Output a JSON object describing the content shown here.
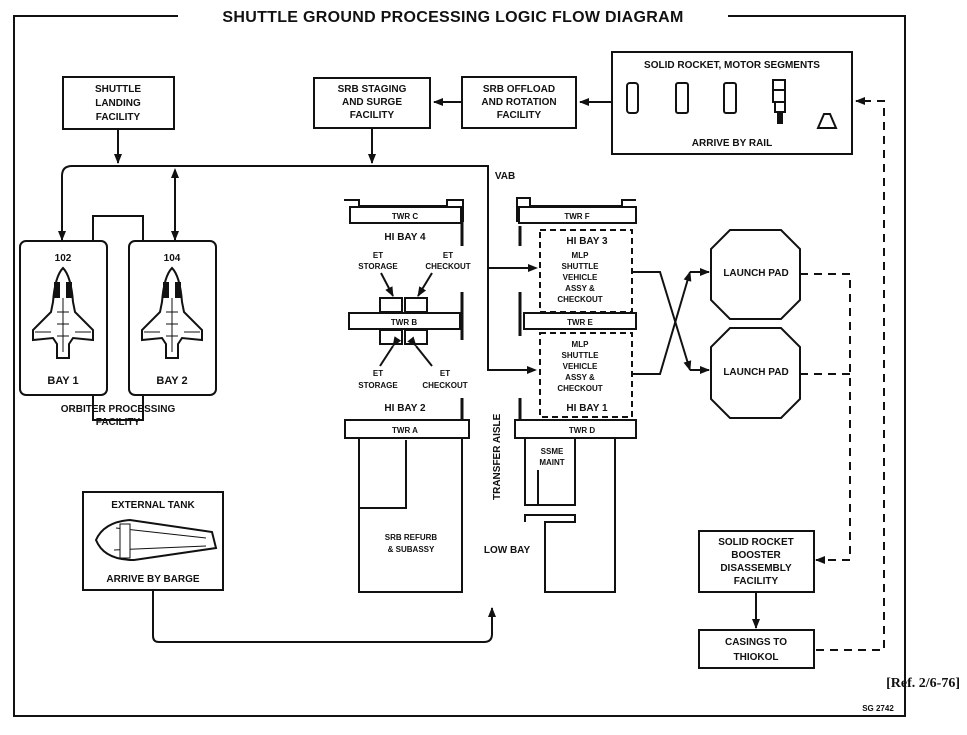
{
  "title": "SHUTTLE GROUND PROCESSING LOGIC FLOW DIAGRAM",
  "shuttle_landing": [
    "SHUTTLE",
    "LANDING",
    "FACILITY"
  ],
  "srb_staging": [
    "SRB STAGING",
    "AND SURGE",
    "FACILITY"
  ],
  "srb_offload": [
    "SRB OFFLOAD",
    "AND ROTATION",
    "FACILITY"
  ],
  "srm_segments": {
    "title": "SOLID ROCKET, MOTOR SEGMENTS",
    "caption": "ARRIVE BY RAIL"
  },
  "opf": {
    "bay1_number": "102",
    "bay1": "BAY 1",
    "bay2_number": "104",
    "bay2": "BAY 2",
    "caption": [
      "ORBITER PROCESSING",
      "FACILITY"
    ]
  },
  "vab": {
    "label": "VAB",
    "twr_c": "TWR C",
    "twr_f": "TWR F",
    "twr_b": "TWR B",
    "twr_e": "TWR E",
    "twr_a": "TWR A",
    "twr_d": "TWR D",
    "hi_bay_4": "HI BAY 4",
    "hi_bay_3": "HI BAY 3",
    "hi_bay_2": "HI BAY 2",
    "hi_bay_1": "HI BAY 1",
    "et_storage": [
      "ET",
      "STORAGE"
    ],
    "et_checkout": [
      "ET",
      "CHECKOUT"
    ],
    "mlp_assy": [
      "MLP",
      "SHUTTLE",
      "VEHICLE",
      "ASSY &",
      "CHECKOUT"
    ],
    "transfer_aisle": "TRANSFER AISLE",
    "ssme_maint": [
      "SSME",
      "MAINT"
    ],
    "srb_refurb": [
      "SRB REFURB",
      "& SUBASSY"
    ],
    "low_bay": "LOW BAY"
  },
  "launch_pad_1": "LAUNCH PAD",
  "launch_pad_2": "LAUNCH PAD",
  "external_tank": {
    "title": "EXTERNAL TANK",
    "caption": "ARRIVE BY BARGE"
  },
  "srb_disassembly": [
    "SOLID ROCKET",
    "BOOSTER",
    "DISASSEMBLY",
    "FACILITY"
  ],
  "casings": [
    "CASINGS TO",
    "THIOKOL"
  ],
  "reference": "[Ref. 2/6-76]",
  "figure_number": "SG 2742"
}
